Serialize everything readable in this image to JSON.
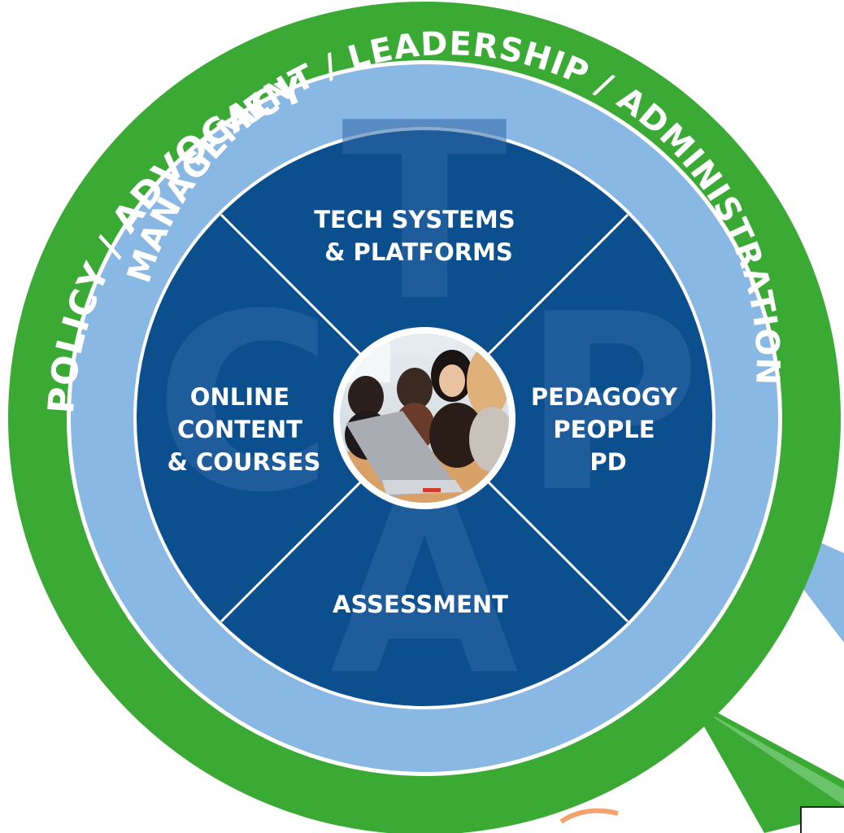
{
  "outer_ring": {
    "label": "POLICY / ADVOCACY",
    "color": "#3aaa35"
  },
  "middle_ring": {
    "label": "MANAGEMENT / LEADERSHIP / ADMINISTRATION",
    "color": "#8ab8e4"
  },
  "core": {
    "color": "#0b4f8f"
  },
  "quadrants": {
    "top": {
      "letter": "T",
      "lines": [
        "TECH SYSTEMS",
        "& PLATFORMS"
      ]
    },
    "left": {
      "letter": "C",
      "lines": [
        "ONLINE",
        "CONTENT",
        "& COURSES"
      ]
    },
    "right": {
      "letter": "P",
      "lines": [
        "PEDAGOGY",
        "PEOPLE",
        "PD"
      ]
    },
    "bottom": {
      "letter": "A",
      "lines": [
        "ASSESSMENT"
      ]
    }
  },
  "center_photo": {
    "description_icon": "students-at-laptop-photo"
  }
}
